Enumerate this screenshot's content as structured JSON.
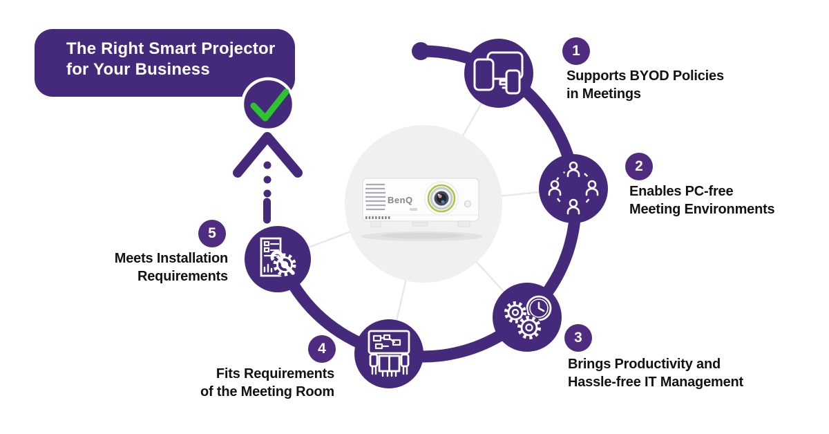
{
  "title": {
    "line1": "The Right Smart Projector",
    "line2": "for Your Business"
  },
  "center": {
    "brand": "BenQ",
    "image": "benq-smart-projector"
  },
  "steps": [
    {
      "number": "1",
      "icon": "devices-icon",
      "line1": "Supports BYOD Policies",
      "line2": "in Meetings"
    },
    {
      "number": "2",
      "icon": "people-network-icon",
      "line1": "Enables PC-free",
      "line2": "Meeting Environments"
    },
    {
      "number": "3",
      "icon": "gears-clock-icon",
      "line1": "Brings Productivity and",
      "line2": "Hassle-free IT Management"
    },
    {
      "number": "4",
      "icon": "meeting-room-icon",
      "line1": "Fits Requirements",
      "line2": "of the Meeting Room"
    },
    {
      "number": "5",
      "icon": "server-tools-icon",
      "line1": "Meets Installation",
      "line2": "Requirements"
    }
  ],
  "colors": {
    "purple": "#452a7c",
    "badge_purple": "#4f2c80",
    "check_green": "#2ec42e",
    "lens_ring_green": "#a6c93f",
    "center_circle_bg": "#f0f0f1",
    "spoke_gray": "#e8e8e8",
    "label_text": "#121212"
  }
}
